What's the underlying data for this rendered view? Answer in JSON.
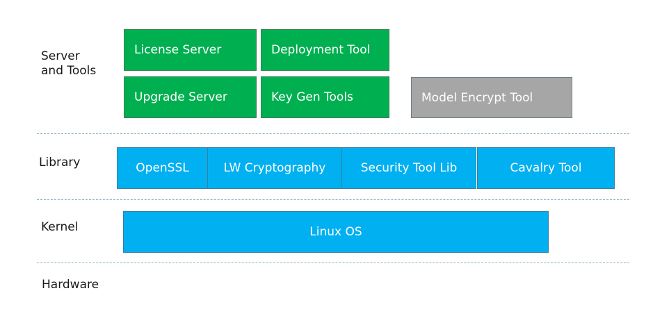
{
  "layers": {
    "server_tools": "Server\nand Tools",
    "library": "Library",
    "kernel": "Kernel",
    "hardware": "Hardware"
  },
  "server_tools": {
    "license_server": "License Server",
    "deployment_tool": "Deployment Tool",
    "upgrade_server": "Upgrade Server",
    "key_gen_tools": "Key Gen Tools",
    "model_encrypt_tool": "Model Encrypt Tool"
  },
  "library": {
    "openssl": "OpenSSL",
    "lw_cryptography": "LW Cryptography",
    "security_tool_lib": "Security Tool Lib",
    "cavalry_tool": "Cavalry Tool"
  },
  "kernel": {
    "linux_os": "Linux OS"
  },
  "colors": {
    "green_component": "#00b050",
    "gray_component": "#a6a6a6",
    "blue_component": "#00b0f0",
    "divider": "#8fb3c2"
  }
}
